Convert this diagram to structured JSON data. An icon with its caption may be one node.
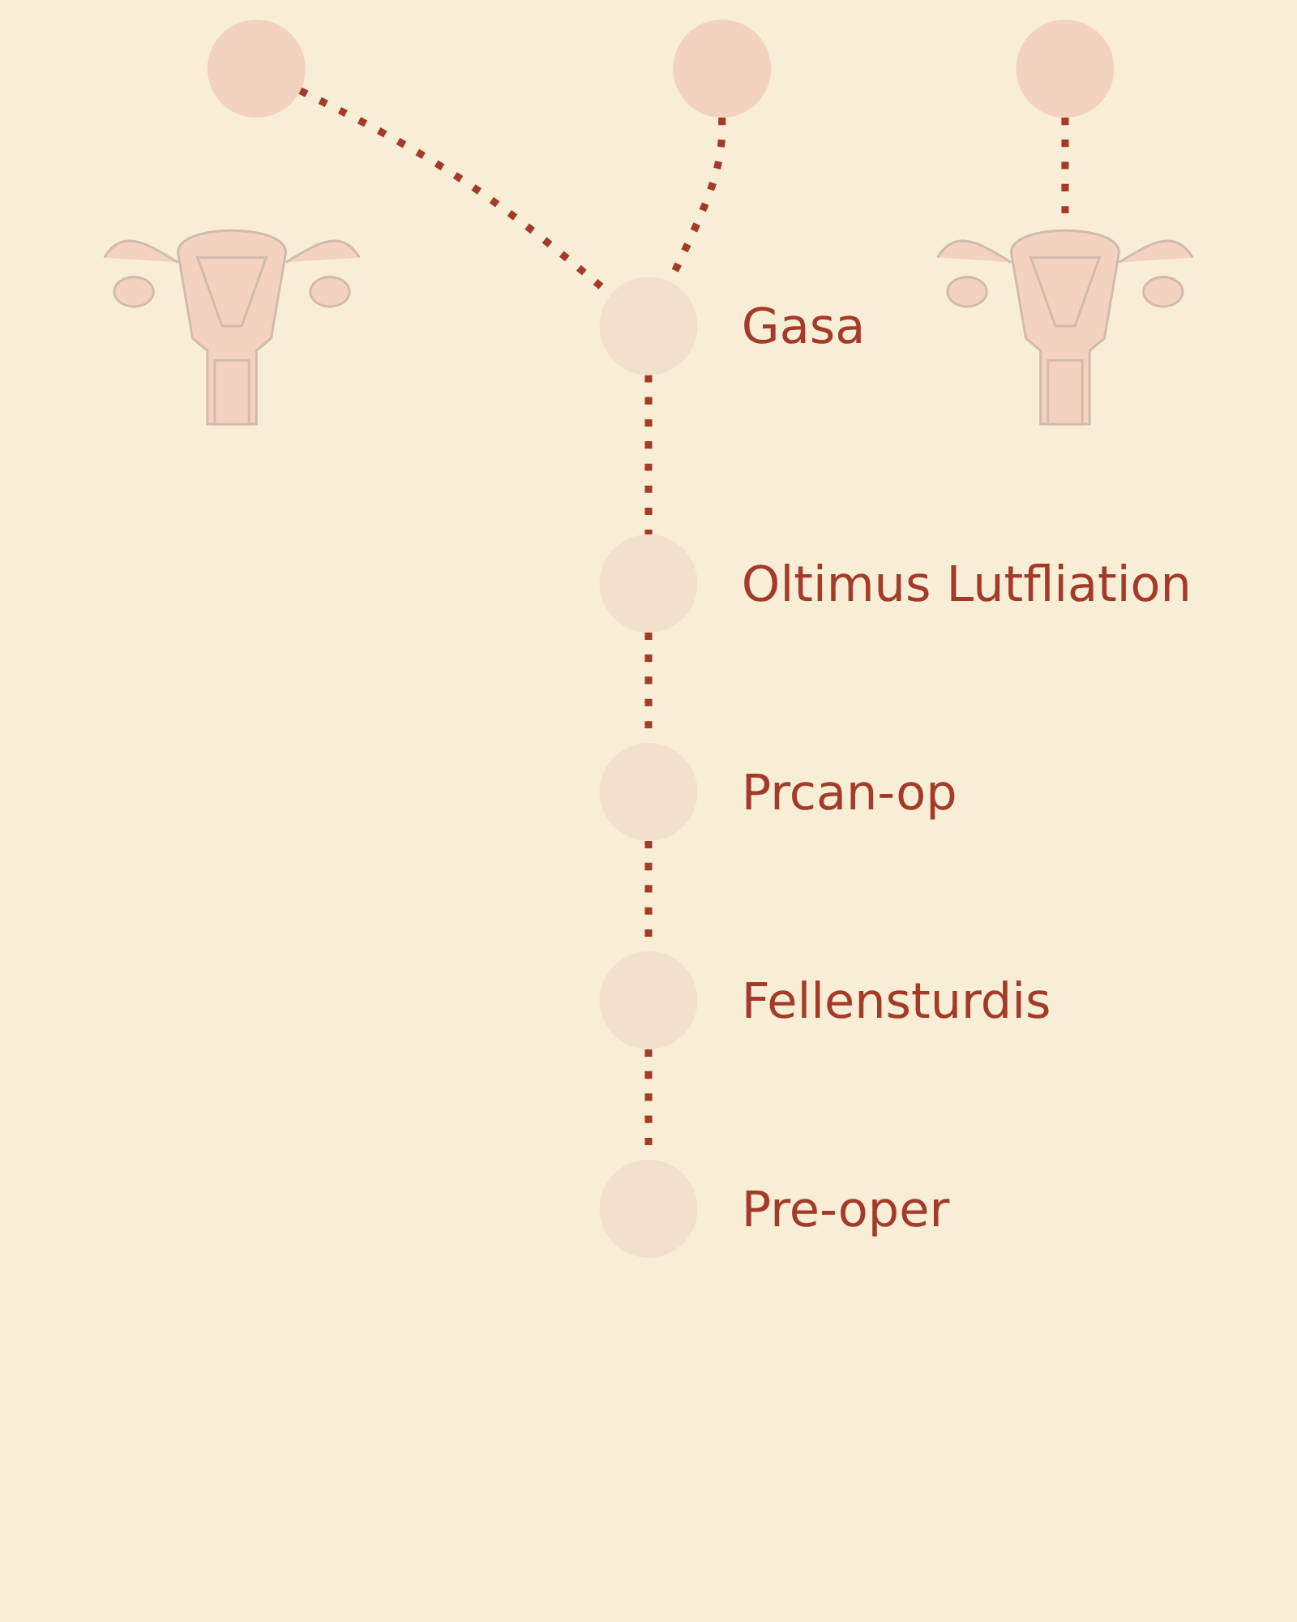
{
  "diagram": {
    "nodes": [
      {
        "text": [],
        "shape": "circle"
      },
      {
        "text": [],
        "shape": "circle"
      },
      {
        "text": [],
        "shape": "circle"
      },
      {
        "text": [],
        "shape": "picture"
      },
      {
        "text": [],
        "shape": "circle",
        "beside": [
          "Gasa"
        ]
      },
      {
        "text": [],
        "shape": "picture"
      },
      {
        "text": [],
        "shape": "circle",
        "beside": [
          "Oltimus Lutfliation"
        ]
      },
      {
        "text": [],
        "shape": "circle",
        "beside": [
          "Prcan-op"
        ]
      },
      {
        "text": [],
        "shape": "circle",
        "beside": [
          "Fellensturdis"
        ]
      },
      {
        "text": [],
        "shape": "circle",
        "beside": [
          "Pre-oper"
        ]
      }
    ],
    "edges": [
      {
        "from": 0,
        "to": 4,
        "arrow": "none",
        "style": "dashed"
      },
      {
        "from": 1,
        "to": 4,
        "arrow": "none",
        "style": "dashed"
      },
      {
        "from": 2,
        "to": 5,
        "arrow": "none",
        "style": "dashed"
      },
      {
        "from": 4,
        "to": 6,
        "arrow": "none",
        "style": "dashed"
      },
      {
        "from": 6,
        "to": 7,
        "arrow": "none",
        "style": "dashed"
      },
      {
        "from": 7,
        "to": 8,
        "arrow": "none",
        "style": "dashed"
      },
      {
        "from": 8,
        "to": 9,
        "arrow": "none",
        "style": "dashed"
      }
    ]
  }
}
